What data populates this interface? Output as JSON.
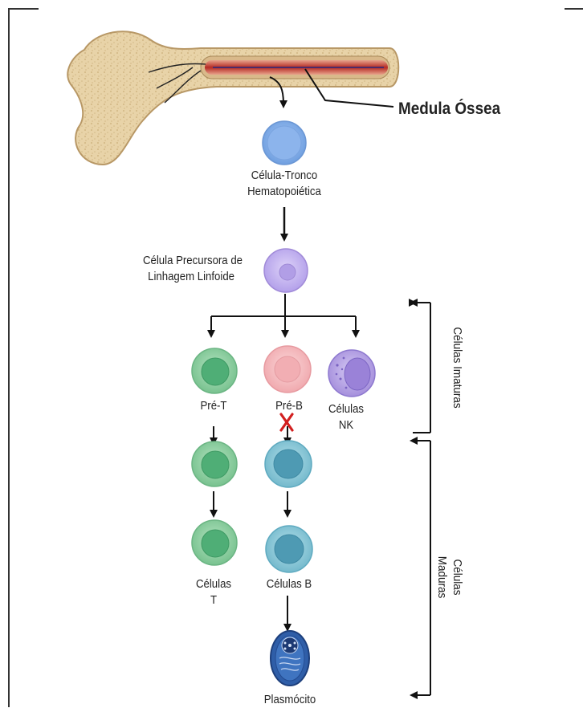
{
  "title": "Medula Óssea",
  "stem_cell": [
    "Célula-Tronco",
    "Hematopoiética"
  ],
  "precursor": [
    "Célula Precursora de",
    "Linhagem Linfoide"
  ],
  "pre_t": "Pré-T",
  "pre_b": "Pré-B",
  "nk": [
    "Células",
    "NK"
  ],
  "t_cells": [
    "Células",
    "T"
  ],
  "b_cells": "Células B",
  "plasma": "Plasmócito",
  "immature": "Células Imaturas",
  "mature": [
    "Células",
    "Maduras"
  ],
  "colors": {
    "bone": "#e7d2a6",
    "marrow": "#c8352c",
    "stem": "#8fb6ec",
    "precursor": "#c9baf0",
    "t_cell": "#8fd0a4",
    "pre_b": "#f6c0c4",
    "nk": "#b9a6e6",
    "b_cell": "#8fcbd8",
    "plasma": "#2f5ea8",
    "block": "#d21f1f"
  }
}
